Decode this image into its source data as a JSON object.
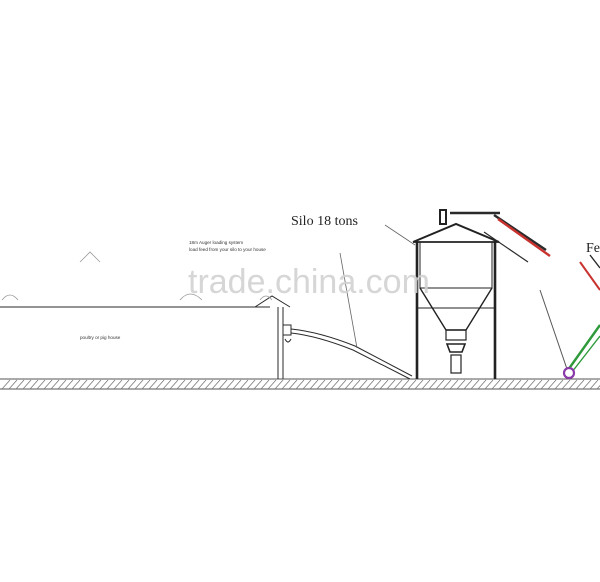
{
  "labels": {
    "silo": "Silo 18 tons",
    "auger_line1": "18m Auger loading system",
    "auger_line2": "load feed from your silo to your house",
    "house": "poultry or pig house",
    "feed_partial": "Fe"
  },
  "watermark": {
    "text": "trade.china.com"
  },
  "colors": {
    "line": "#2a2a2a",
    "red_auger": "#c8322f",
    "green_auger": "#2e9a3a",
    "purple_pivot": "#8a3aa8",
    "ground_hatch": "#7a7a7a",
    "watermark": "#d2d2d2"
  }
}
